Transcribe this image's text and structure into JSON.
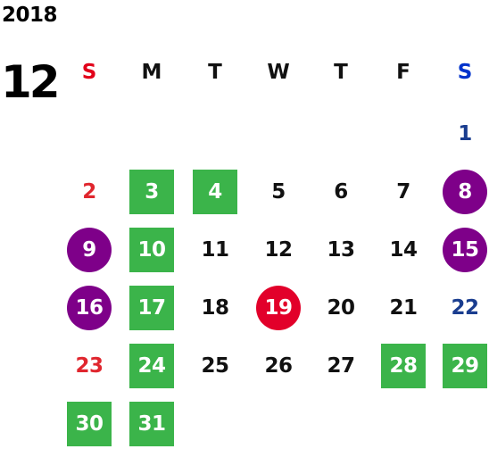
{
  "calendar": {
    "year": "2018",
    "month": "12",
    "weekdays": [
      {
        "label": "S",
        "color": "#e2001a"
      },
      {
        "label": "M",
        "color": "#111111"
      },
      {
        "label": "T",
        "color": "#111111"
      },
      {
        "label": "W",
        "color": "#111111"
      },
      {
        "label": "T",
        "color": "#111111"
      },
      {
        "label": "F",
        "color": "#111111"
      },
      {
        "label": "S",
        "color": "#0033cc"
      }
    ],
    "colors": {
      "sunday": "#e0262e",
      "saturday": "#1a3d8f",
      "weekday": "#111111",
      "green_highlight": "#3bb44a",
      "purple_highlight": "#7e0089",
      "red_highlight": "#e2002a"
    },
    "days": [
      {
        "d": "1",
        "col": 6,
        "row": 0,
        "style": "saturday"
      },
      {
        "d": "2",
        "col": 0,
        "row": 1,
        "style": "sunday"
      },
      {
        "d": "3",
        "col": 1,
        "row": 1,
        "style": "green"
      },
      {
        "d": "4",
        "col": 2,
        "row": 1,
        "style": "green"
      },
      {
        "d": "5",
        "col": 3,
        "row": 1,
        "style": "plain"
      },
      {
        "d": "6",
        "col": 4,
        "row": 1,
        "style": "plain"
      },
      {
        "d": "7",
        "col": 5,
        "row": 1,
        "style": "plain"
      },
      {
        "d": "8",
        "col": 6,
        "row": 1,
        "style": "purple"
      },
      {
        "d": "9",
        "col": 0,
        "row": 2,
        "style": "purple"
      },
      {
        "d": "10",
        "col": 1,
        "row": 2,
        "style": "green"
      },
      {
        "d": "11",
        "col": 2,
        "row": 2,
        "style": "plain"
      },
      {
        "d": "12",
        "col": 3,
        "row": 2,
        "style": "plain"
      },
      {
        "d": "13",
        "col": 4,
        "row": 2,
        "style": "plain"
      },
      {
        "d": "14",
        "col": 5,
        "row": 2,
        "style": "plain"
      },
      {
        "d": "15",
        "col": 6,
        "row": 2,
        "style": "purple"
      },
      {
        "d": "16",
        "col": 0,
        "row": 3,
        "style": "purple"
      },
      {
        "d": "17",
        "col": 1,
        "row": 3,
        "style": "green"
      },
      {
        "d": "18",
        "col": 2,
        "row": 3,
        "style": "plain"
      },
      {
        "d": "19",
        "col": 3,
        "row": 3,
        "style": "red"
      },
      {
        "d": "20",
        "col": 4,
        "row": 3,
        "style": "plain"
      },
      {
        "d": "21",
        "col": 5,
        "row": 3,
        "style": "plain"
      },
      {
        "d": "22",
        "col": 6,
        "row": 3,
        "style": "saturday"
      },
      {
        "d": "23",
        "col": 0,
        "row": 4,
        "style": "sunday"
      },
      {
        "d": "24",
        "col": 1,
        "row": 4,
        "style": "green"
      },
      {
        "d": "25",
        "col": 2,
        "row": 4,
        "style": "plain"
      },
      {
        "d": "26",
        "col": 3,
        "row": 4,
        "style": "plain"
      },
      {
        "d": "27",
        "col": 4,
        "row": 4,
        "style": "plain"
      },
      {
        "d": "28",
        "col": 5,
        "row": 4,
        "style": "green"
      },
      {
        "d": "29",
        "col": 6,
        "row": 4,
        "style": "green"
      },
      {
        "d": "30",
        "col": 0,
        "row": 5,
        "style": "green"
      },
      {
        "d": "31",
        "col": 1,
        "row": 5,
        "style": "green"
      }
    ]
  }
}
